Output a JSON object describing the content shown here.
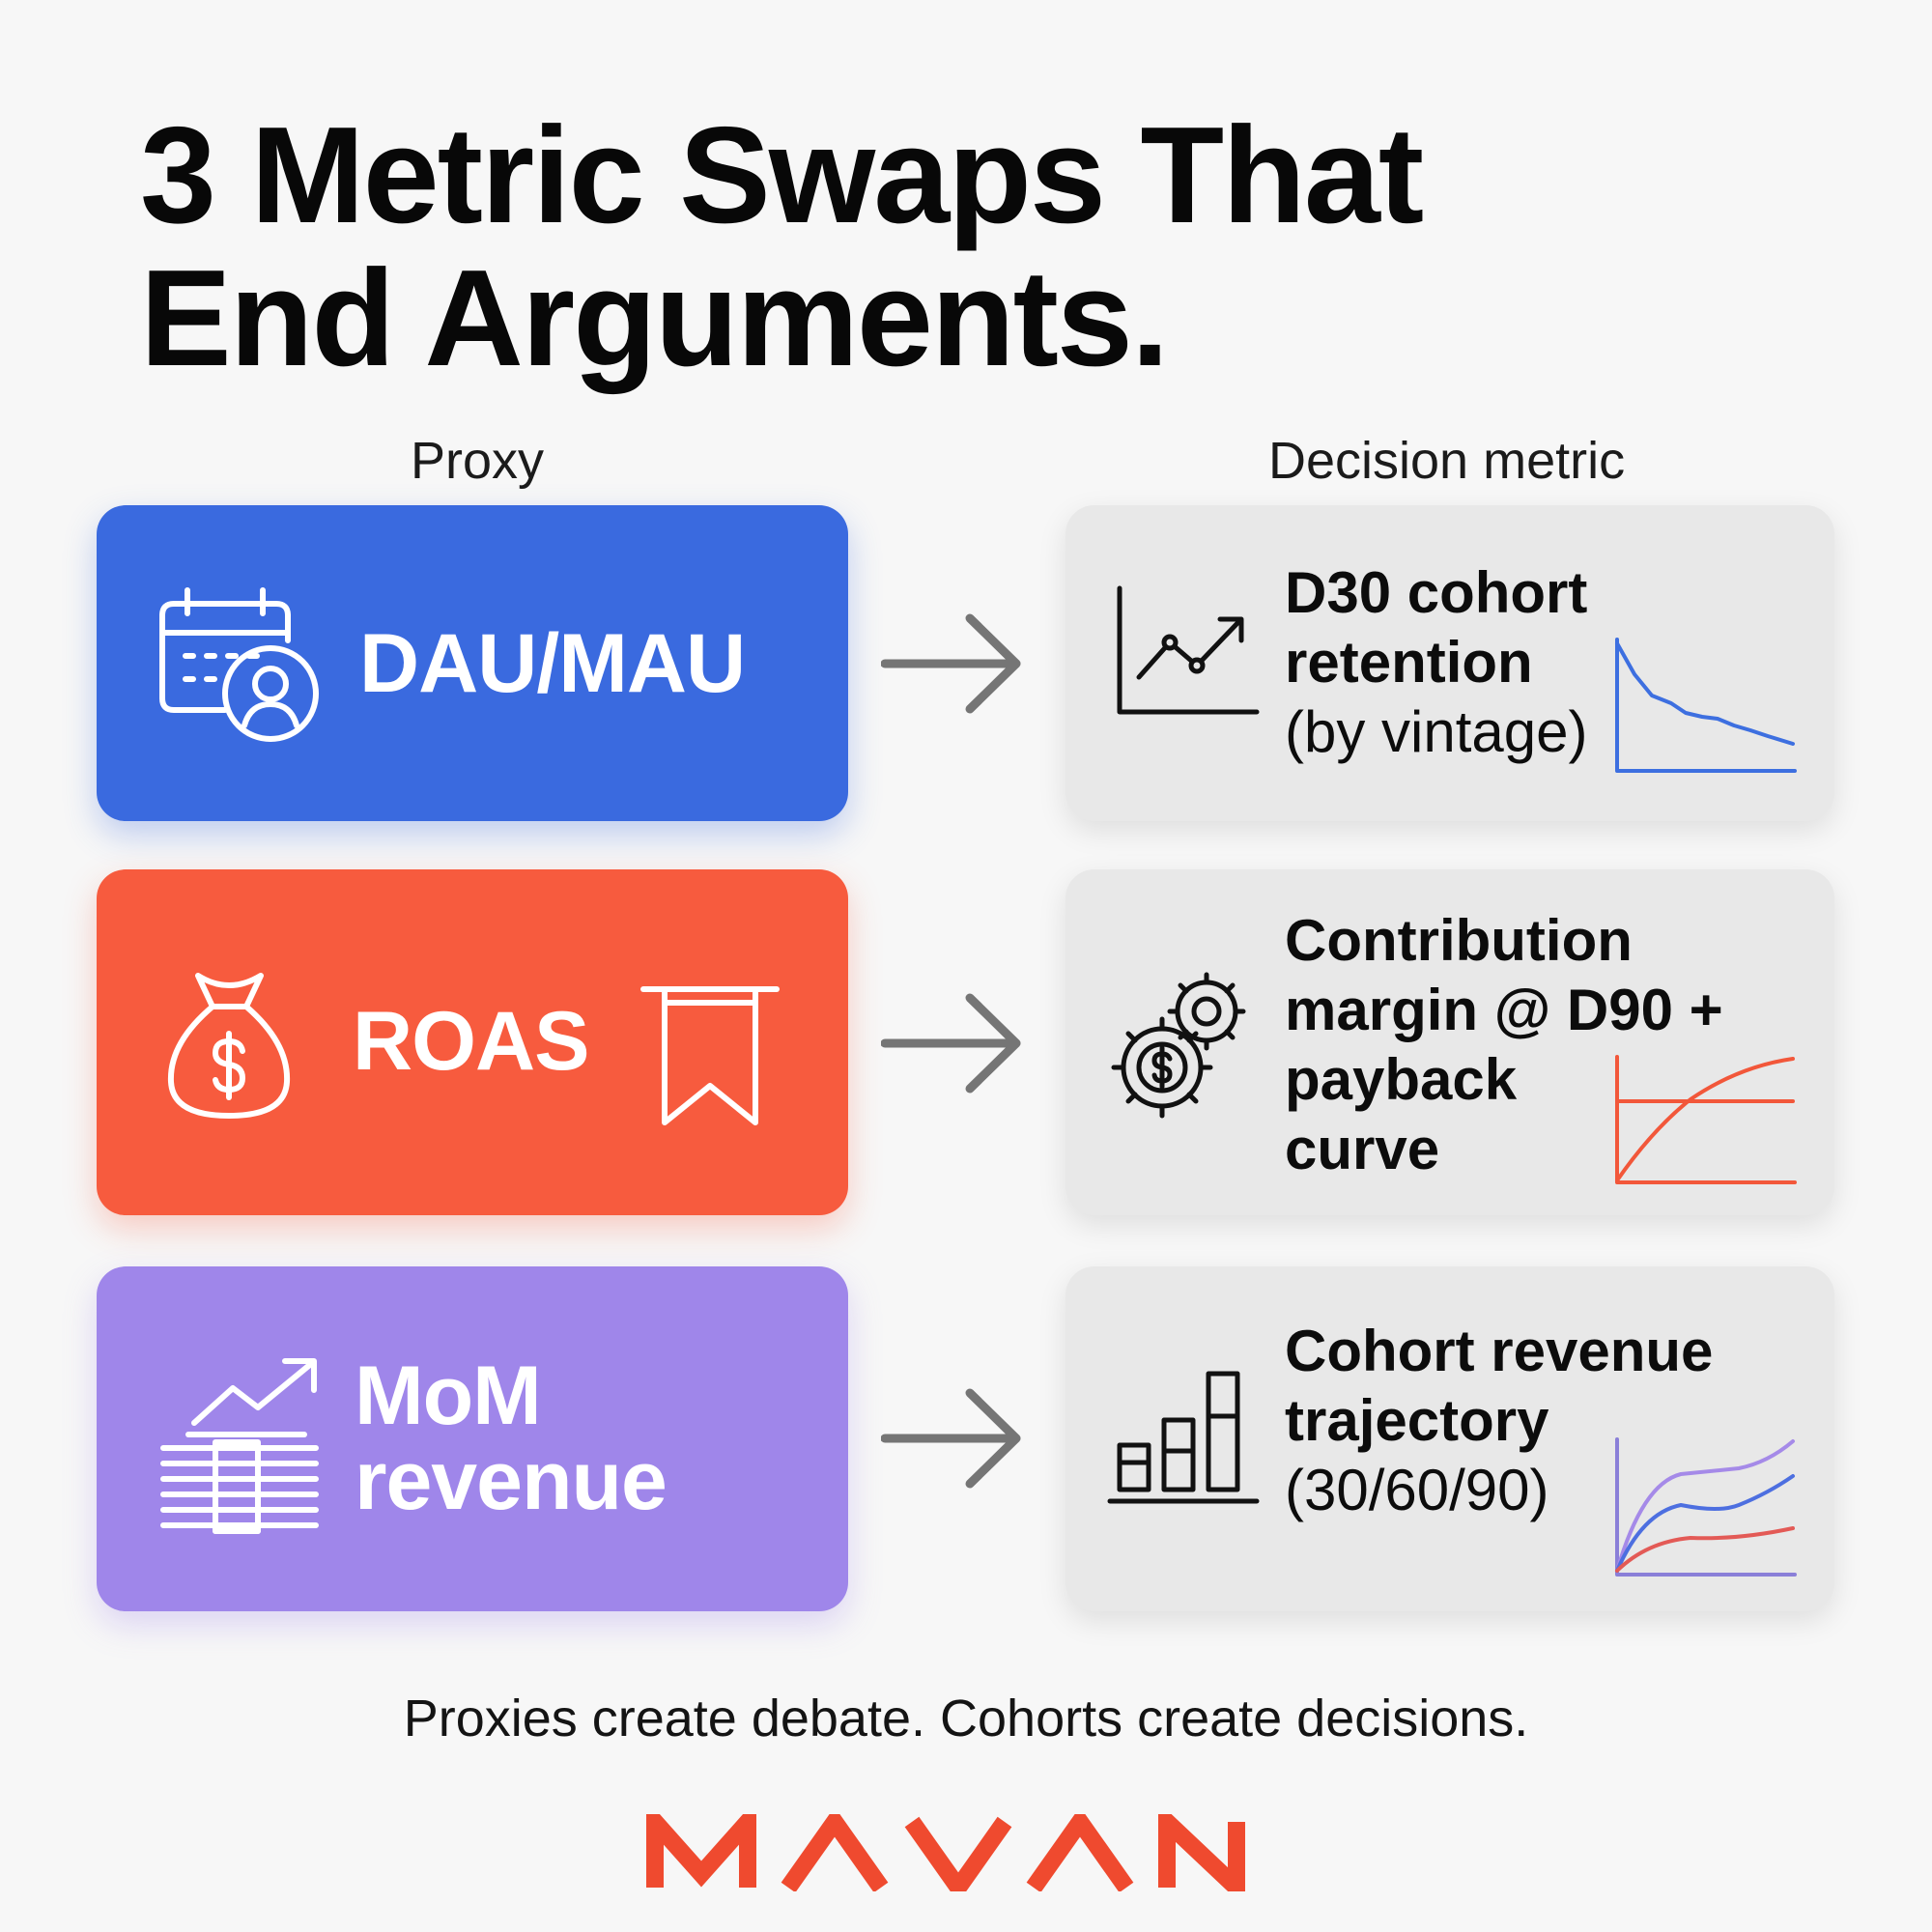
{
  "title": {
    "line1": "3 Metric Swaps That",
    "line2": "End Arguments."
  },
  "columns": {
    "proxy": "Proxy",
    "decision": "Decision metric"
  },
  "rows": [
    {
      "proxy": {
        "label": "DAU/MAU",
        "color": "#3a6adf",
        "icons": [
          "calendar-icon",
          "user-icon"
        ]
      },
      "decision": {
        "bold": "D30 cohort retention",
        "bold_lines": [
          "D30 cohort",
          "retention"
        ],
        "normal": "(by vintage)",
        "icon": "line-chart-icon",
        "mini_chart": "declining-retention-curve"
      }
    },
    {
      "proxy": {
        "label": "ROAS",
        "color": "#f75b3e",
        "icons": [
          "money-bag-icon",
          "banner-icon"
        ]
      },
      "decision": {
        "bold": "Contribution margin @ D90 + payback curve",
        "bold_lines": [
          "Contribution",
          "margin @ D90 +",
          "payback",
          "curve"
        ],
        "normal": "",
        "icon": "gears-dollar-icon",
        "mini_chart": "payback-curve-crossing-threshold"
      }
    },
    {
      "proxy": {
        "label": "MoM revenue",
        "label_lines": [
          "MoM",
          "revenue"
        ],
        "color": "#9f86ea",
        "icons": [
          "trend-arrow-icon",
          "cash-stack-icon"
        ]
      },
      "decision": {
        "bold": "Cohort revenue trajectory",
        "bold_lines": [
          "Cohort revenue",
          "trajectory"
        ],
        "normal": "(30/60/90)",
        "icon": "bar-chart-icon",
        "mini_chart": "three-rising-cohort-curves"
      }
    }
  ],
  "tagline": "Proxies create debate. Cohorts create decisions.",
  "brand": {
    "name": "MAVAN",
    "color": "#ef4a2f"
  }
}
